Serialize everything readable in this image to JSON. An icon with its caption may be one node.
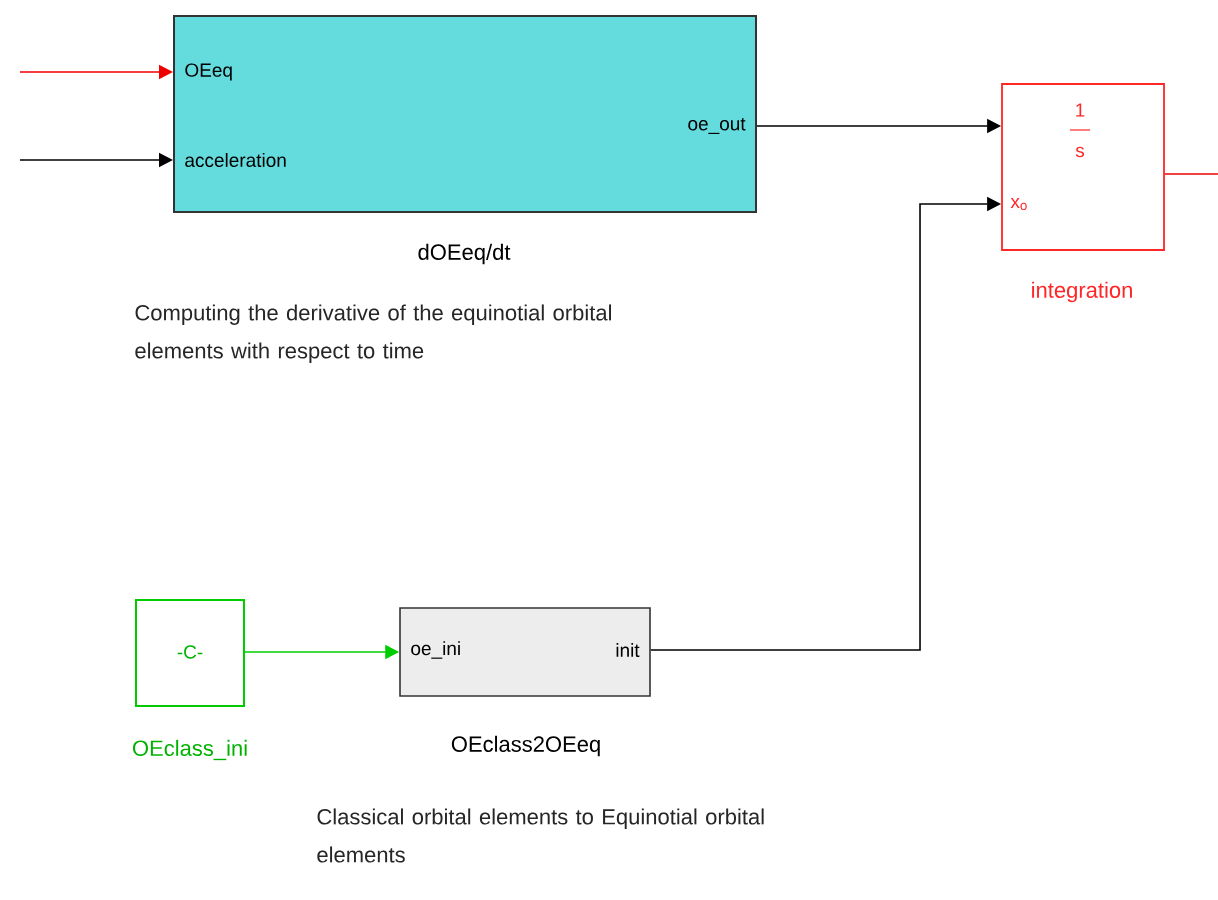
{
  "diagram": {
    "nodes": [
      {
        "text": [
          "OEeq",
          "acceleration",
          "oe_out"
        ],
        "beside": [
          "dOEeq/dt"
        ]
      },
      {
        "text": [
          "1",
          "s",
          "x$_{o}$"
        ],
        "beside": [
          "integration"
        ]
      },
      {
        "text": [
          "-C-"
        ],
        "beside": [
          "OEclass_ini"
        ]
      },
      {
        "text": [
          "oe_ini",
          "init"
        ],
        "beside": [
          "OEclass2OEeq"
        ]
      }
    ],
    "edges": [
      {
        "from": null,
        "to": 0,
        "arrow": "to",
        "color": "#ee0000"
      },
      {
        "from": null,
        "to": 0,
        "arrow": "to"
      },
      {
        "from": 0,
        "to": 1,
        "arrow": "to"
      },
      {
        "from": 3,
        "to": 1,
        "arrow": "to"
      },
      {
        "from": 2,
        "to": 3,
        "arrow": "to",
        "color": "#00cc00"
      },
      {
        "from": 1,
        "to": null,
        "arrow": "none",
        "color": "#ee0000"
      }
    ],
    "labels": [
      "Computing the derivative of the equinotial orbital elements with respect to time",
      "Classical orbital elements to Equinotial orbital elements"
    ]
  }
}
